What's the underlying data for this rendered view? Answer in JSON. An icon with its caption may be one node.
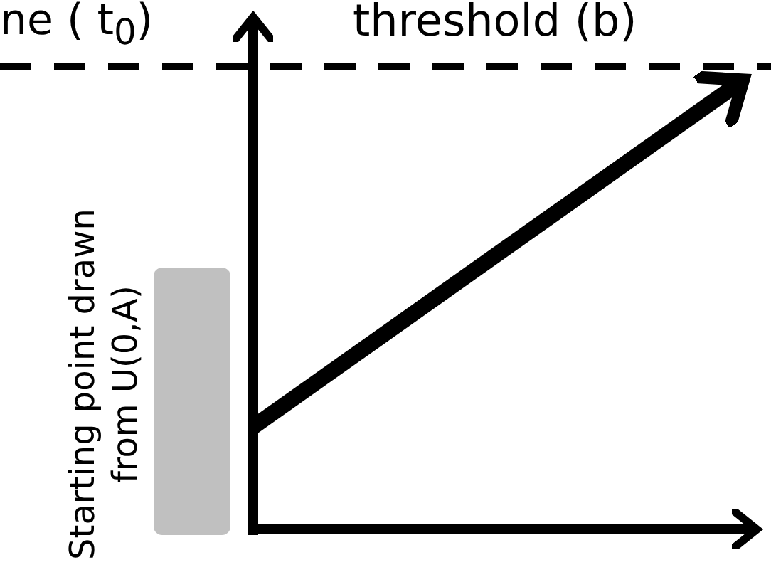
{
  "diagram": {
    "labels": [
      "ne ( t$_{0}$)",
      "threshold (b)",
      "Starting point drawn from U(0,A)"
    ]
  }
}
